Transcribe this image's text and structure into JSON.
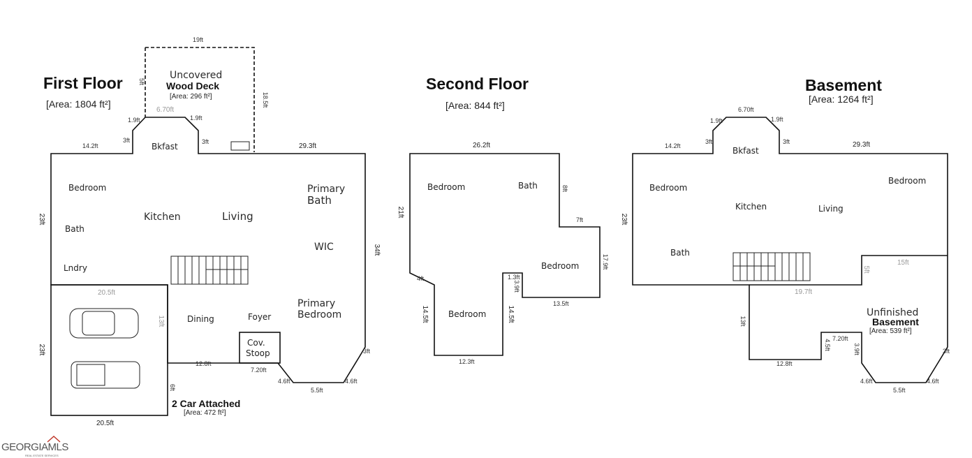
{
  "first_floor": {
    "title": "First Floor",
    "area": "[Area: 1804 ft²]",
    "deck_top": "19ft",
    "deck_side": "18.5ft",
    "deck_small": "5ft",
    "deck_label_1": "Uncovered",
    "deck_label_2": "Wood Deck",
    "deck_area": "[Area: 296 ft²]",
    "deck_bay": "6.70ft",
    "bay_left": "1.9ft",
    "bay_right": "1.9ft",
    "bay_side_l": "3ft",
    "bay_side_r": "3ft",
    "top_left": "14.2ft",
    "top_right": "29.3ft",
    "left_side": "23ft",
    "right_side": "34ft",
    "garage_top": "20.5ft",
    "garage_side": "23ft",
    "garage_bottom": "20.5ft",
    "garage_inner": "13ft",
    "bottom_run": "12.8ft",
    "stoop_dim": "7.20ft",
    "bay_b1": "4.6ft",
    "bay_b2": "5.5ft",
    "bay_b3": "4.6ft",
    "right_small": "3ft",
    "garage_offset": "6ft",
    "rooms": {
      "bkfast": "Bkfast",
      "bedroom": "Bedroom",
      "bath": "Bath",
      "kitchen": "Kitchen",
      "living": "Living",
      "primary_bath_1": "Primary",
      "primary_bath_2": "Bath",
      "wic": "WIC",
      "lndry": "Lndry",
      "dining": "Dining",
      "foyer": "Foyer",
      "primary_bed_1": "Primary",
      "primary_bed_2": "Bedroom",
      "stoop_1": "Cov.",
      "stoop_2": "Stoop"
    },
    "garage_label": "2 Car Attached",
    "garage_area": "[Area: 472 ft²]"
  },
  "second_floor": {
    "title": "Second Floor",
    "area": "[Area: 844 ft²]",
    "top": "26.2ft",
    "left": "21ft",
    "bath_dim": "8ft",
    "step": "7ft",
    "right": "17.9ft",
    "bottom_right": "13.5ft",
    "notch_1": "1.3ft",
    "notch_2": "3.9ft",
    "inner_side": "14.5ft",
    "left_lower": "14.5ft",
    "left_notch": "4ft",
    "bottom": "12.3ft",
    "rooms": {
      "bedroom_nw": "Bedroom",
      "bath": "Bath",
      "bedroom_e": "Bedroom",
      "bedroom_s": "Bedroom"
    }
  },
  "basement": {
    "title": "Basement",
    "area": "[Area: 1264 ft²]",
    "bay_top": "6.70ft",
    "bay_left": "1.9ft",
    "bay_right": "1.9ft",
    "side_l": "3ft",
    "side_r": "3ft",
    "top_left": "14.2ft",
    "top_right": "29.3ft",
    "left": "23ft",
    "inner_top": "15ft",
    "inner_bottom": "19.7ft",
    "inner_side": "5ft",
    "lower_left": "13ft",
    "bottom_left": "12.8ft",
    "step_side": "4.5ft",
    "step_top": "7.20ft",
    "step_down": "3.9ft",
    "bay_b1": "4.6ft",
    "bay_b2": "5.5ft",
    "bay_b3": "4.6ft",
    "right_small": "3ft",
    "rooms": {
      "bkfast": "Bkfast",
      "bedroom_w": "Bedroom",
      "kitchen": "Kitchen",
      "living": "Living",
      "bedroom_e": "Bedroom",
      "bath": "Bath",
      "unfinished_1": "Unfinished",
      "unfinished_2": "Basement",
      "unfinished_area": "[Area: 539 ft²]"
    }
  },
  "logo": {
    "text": "GEORGIAMLS",
    "sub": "REAL ESTATE SERVICES",
    "color": "#c0392b"
  }
}
